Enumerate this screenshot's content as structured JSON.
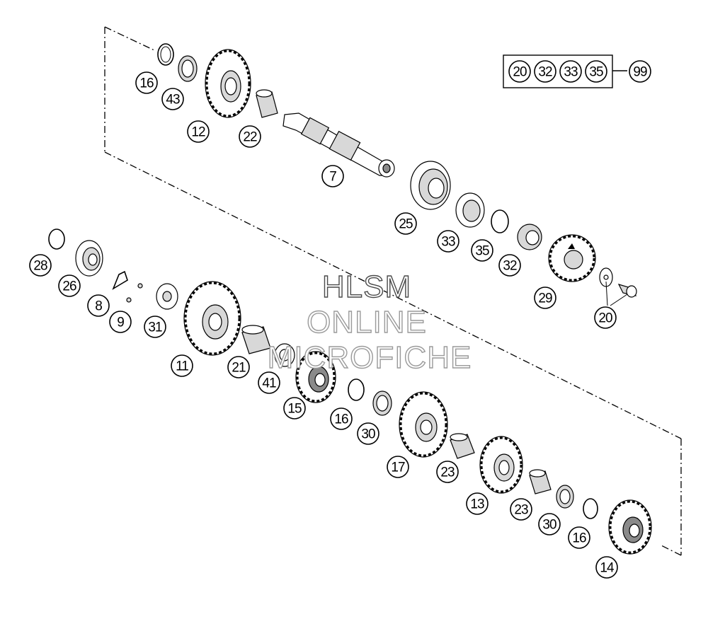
{
  "watermark": {
    "line1": "HLSM",
    "line2": "ONLINE",
    "line3": "MICROFICHE"
  },
  "kit": {
    "items": [
      "20",
      "32",
      "33",
      "35"
    ],
    "result": "99"
  },
  "parts": [
    {
      "id": "p12",
      "label": "12"
    },
    {
      "id": "p16a",
      "label": "16"
    },
    {
      "id": "p43",
      "label": "43"
    },
    {
      "id": "p22",
      "label": "22"
    },
    {
      "id": "p7",
      "label": "7"
    },
    {
      "id": "p25",
      "label": "25"
    },
    {
      "id": "p33",
      "label": "33"
    },
    {
      "id": "p35",
      "label": "35"
    },
    {
      "id": "p32",
      "label": "32"
    },
    {
      "id": "p29",
      "label": "29"
    },
    {
      "id": "p20",
      "label": "20"
    },
    {
      "id": "p28",
      "label": "28"
    },
    {
      "id": "p26",
      "label": "26"
    },
    {
      "id": "p8",
      "label": "8"
    },
    {
      "id": "p9",
      "label": "9"
    },
    {
      "id": "p31",
      "label": "31"
    },
    {
      "id": "p11",
      "label": "11"
    },
    {
      "id": "p21",
      "label": "21"
    },
    {
      "id": "p41",
      "label": "41"
    },
    {
      "id": "p15",
      "label": "15"
    },
    {
      "id": "p16b",
      "label": "16"
    },
    {
      "id": "p30a",
      "label": "30"
    },
    {
      "id": "p17",
      "label": "17"
    },
    {
      "id": "p23a",
      "label": "23"
    },
    {
      "id": "p13",
      "label": "13"
    },
    {
      "id": "p23b",
      "label": "23"
    },
    {
      "id": "p30b",
      "label": "30"
    },
    {
      "id": "p16c",
      "label": "16"
    },
    {
      "id": "p14",
      "label": "14"
    }
  ]
}
